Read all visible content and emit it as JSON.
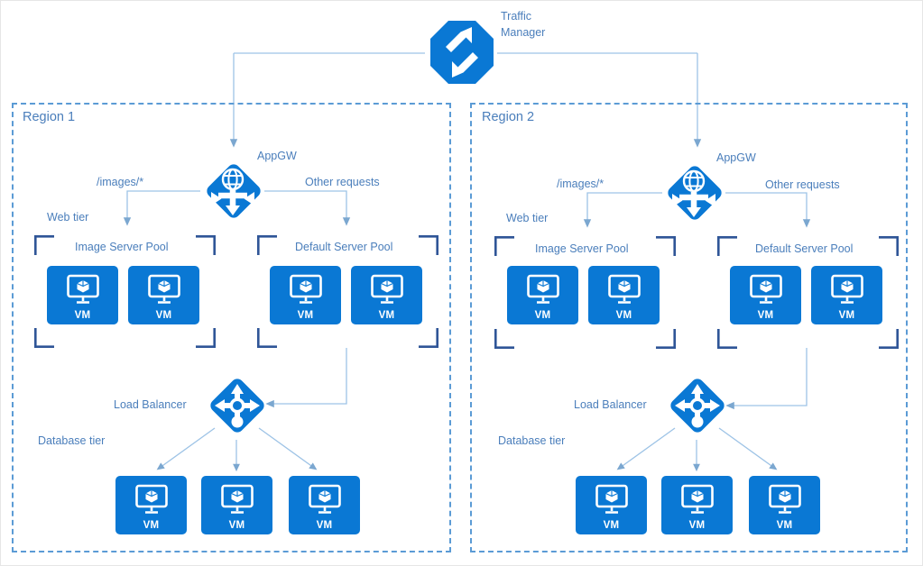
{
  "diagram": {
    "title_node": {
      "label": "Traffic\nManager",
      "icon": "traffic-manager-icon"
    },
    "regions": [
      {
        "id": "region-1",
        "label": "Region 1",
        "gateway": {
          "label": "AppGW",
          "icon": "application-gateway-icon"
        },
        "routes": {
          "images": "/images/*",
          "other": "Other requests"
        },
        "web_tier_label": "Web tier",
        "database_tier_label": "Database tier",
        "load_balancer": {
          "label": "Load Balancer",
          "icon": "load-balancer-icon"
        },
        "pools": [
          {
            "id": "image-server-pool",
            "label": "Image Server Pool",
            "vms": [
              "VM",
              "VM"
            ]
          },
          {
            "id": "default-server-pool",
            "label": "Default Server Pool",
            "vms": [
              "VM",
              "VM"
            ]
          }
        ],
        "database_vms": [
          "VM",
          "VM",
          "VM"
        ]
      },
      {
        "id": "region-2",
        "label": "Region 2",
        "gateway": {
          "label": "AppGW",
          "icon": "application-gateway-icon"
        },
        "routes": {
          "images": "/images/*",
          "other": "Other requests"
        },
        "web_tier_label": "Web tier",
        "database_tier_label": "Database tier",
        "load_balancer": {
          "label": "Load Balancer",
          "icon": "load-balancer-icon"
        },
        "pools": [
          {
            "id": "image-server-pool",
            "label": "Image Server Pool",
            "vms": [
              "VM",
              "VM"
            ]
          },
          {
            "id": "default-server-pool",
            "label": "Default Server Pool",
            "vms": [
              "VM",
              "VM"
            ]
          }
        ],
        "database_vms": [
          "VM",
          "VM",
          "VM"
        ]
      }
    ],
    "colors": {
      "azure_blue": "#0a78d4",
      "label_blue": "#4a7ebb",
      "dashed_border": "#5b9bd5",
      "bracket": "#2f5597",
      "connector": "#9dc3e6"
    }
  }
}
